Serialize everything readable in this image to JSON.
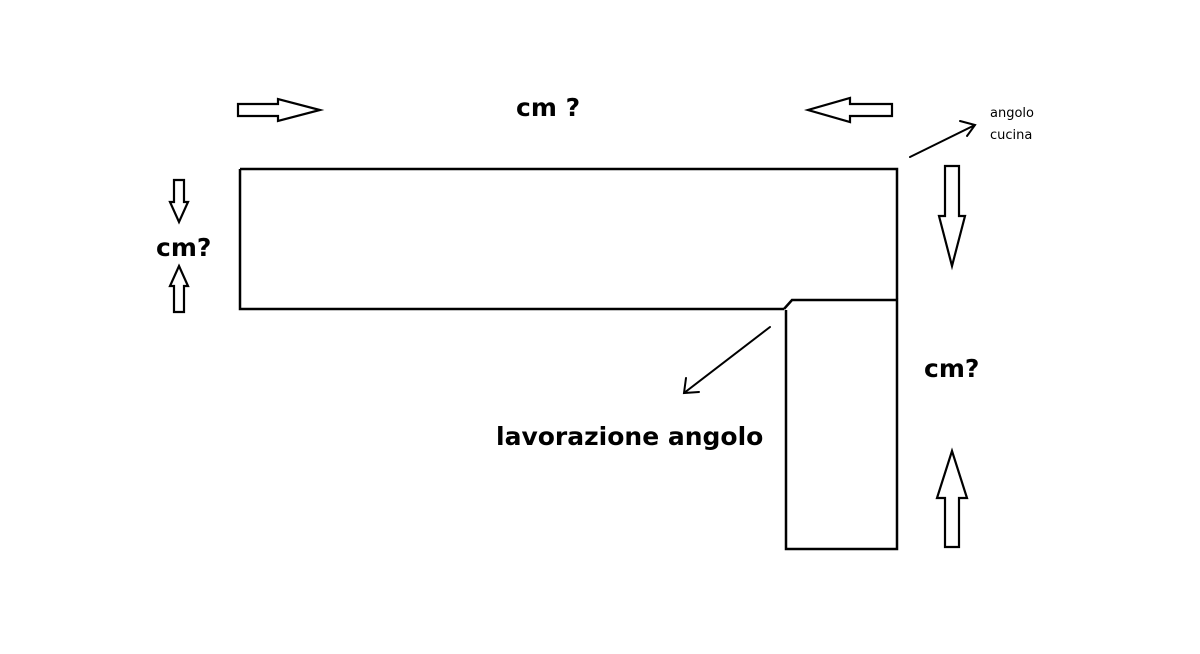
{
  "labels": {
    "top_width": "cm ?",
    "left_depth": "cm?",
    "right_length": "cm?",
    "corner_note_line1": "angolo",
    "corner_note_line2": "cucina",
    "joint_note": "lavorazione angolo"
  },
  "colors": {
    "stroke": "#000000",
    "background": "#ffffff"
  },
  "icons": {
    "dimension_arrows": "hollow-block-arrow",
    "pointer_arrows": "line-arrow"
  }
}
